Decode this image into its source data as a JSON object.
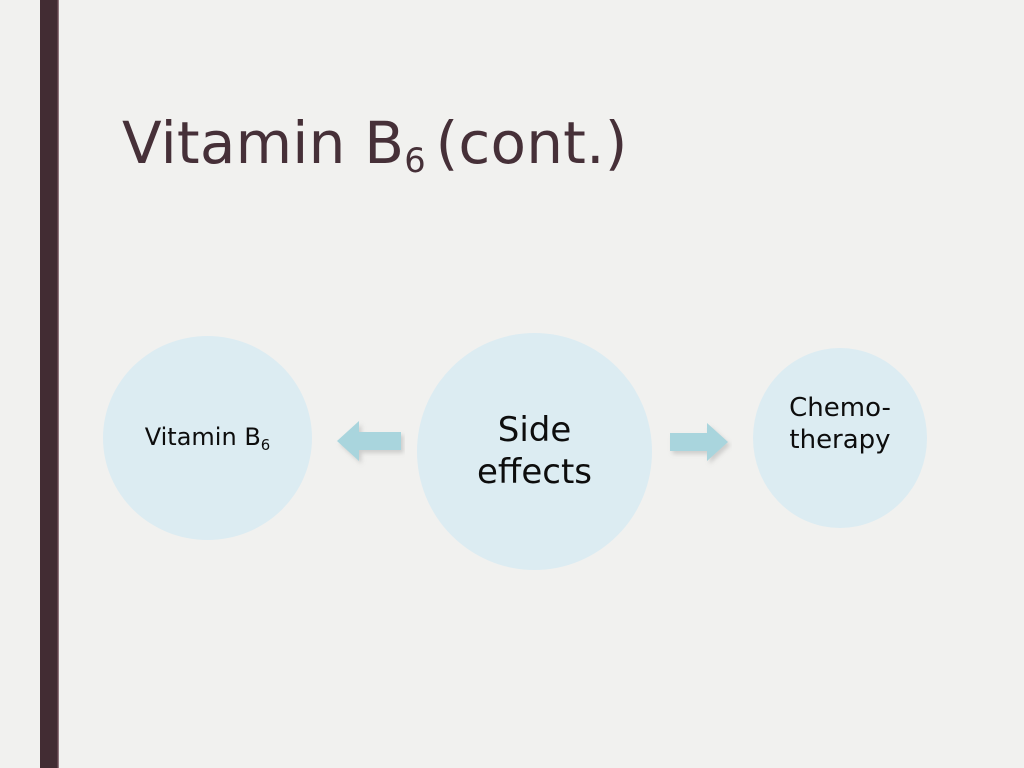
{
  "slide": {
    "title": {
      "text_before": "Vitamin B",
      "subscript": "6",
      "text_after": "(cont.)",
      "full_text": "Vitamin B6 (cont.)",
      "color": "#463038"
    },
    "background_color": "#f1f1ef",
    "accent_bar": {
      "color": "#422c33",
      "highlight_color": "#6b4a54"
    }
  },
  "diagram": {
    "type": "cycle-relationship",
    "node_fill_color": "#dcecf2",
    "node_text_color": "#0d0d0d",
    "arrow_color": "#a9d5dd",
    "nodes": [
      {
        "id": "vitamin-b6",
        "label_before": "Vitamin B",
        "label_subscript": "6",
        "label": "Vitamin B6"
      },
      {
        "id": "side-effects",
        "line1": "Side",
        "line2": "effects",
        "label": "Side effects"
      },
      {
        "id": "chemotherapy",
        "line1": "Chemo-",
        "line2": "therapy",
        "label": "Chemo-therapy"
      }
    ],
    "arrows": [
      {
        "id": "arrow-side-effects-to-vitamin",
        "direction": "left",
        "from": "side-effects",
        "to": "vitamin-b6"
      },
      {
        "id": "arrow-side-effects-to-chemotherapy",
        "direction": "right",
        "from": "side-effects",
        "to": "chemotherapy"
      }
    ]
  }
}
